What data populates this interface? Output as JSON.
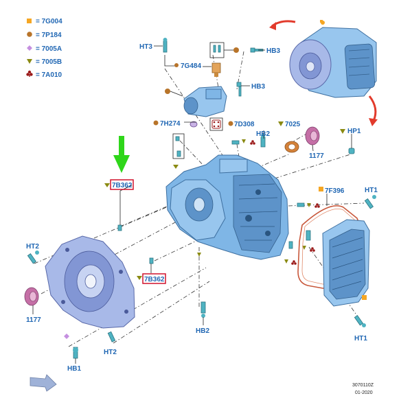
{
  "legend": [
    {
      "symbol": "square",
      "color": "#f5a623",
      "label": "= 7G004"
    },
    {
      "symbol": "circle",
      "color": "#b8742a",
      "label": "= 7P184"
    },
    {
      "symbol": "diamond",
      "color": "#c58fe0",
      "label": "= 7005A"
    },
    {
      "symbol": "triangle",
      "color": "#8a8a12",
      "label": "= 7005B"
    },
    {
      "symbol": "club",
      "color": "#9b1a1a",
      "label": "= 7A010"
    }
  ],
  "labels": {
    "ht3": "HT3",
    "hb3_top": "HB3",
    "g484": "7G484",
    "hb3_mid": "HB3",
    "h274": "7H274",
    "d308": "7D308",
    "hb2_top": "HB2",
    "n7025": "7025",
    "n1177_right": "1177",
    "hp1": "HP1",
    "b362_top": "7B362",
    "f396": "7F396",
    "ht1_top": "HT1",
    "ht2_left": "HT2",
    "b362_bottom": "7B362",
    "n1177_left": "1177",
    "hb2_bottom": "HB2",
    "ht1_bottom": "HT1",
    "ht2_bottom": "HT2",
    "hb1": "HB1"
  },
  "footer": {
    "code": "3070110Z",
    "date": "01-2020"
  },
  "colors": {
    "label_blue": "#1f66b3",
    "highlight_red": "#d0112b",
    "arrow_green": "#2fd61a",
    "arrow_red": "#e23b2c",
    "arrow_gray_blue": "#9fb2d8"
  }
}
